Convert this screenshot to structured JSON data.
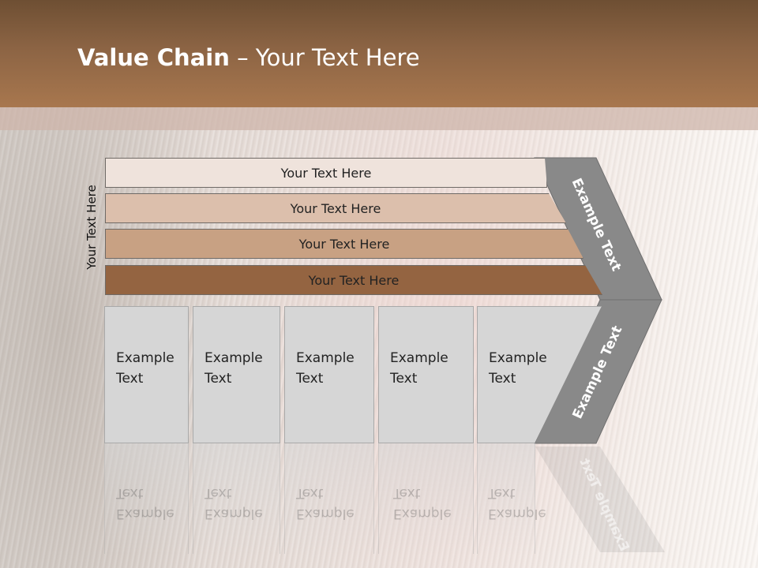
{
  "title": {
    "bold": "Value Chain",
    "rest": " – Your Text Here"
  },
  "side_label": "Your Text Here",
  "bars": [
    {
      "label": "Your Text Here",
      "color": "#efe3dc"
    },
    {
      "label": "Your Text Here",
      "color": "#dcbfac"
    },
    {
      "label": "Your Text Here",
      "color": "#c8a183"
    },
    {
      "label": "Your Text Here",
      "color": "#946441"
    }
  ],
  "boxes": [
    {
      "line1": "Example",
      "line2": "Text"
    },
    {
      "line1": "Example",
      "line2": "Text"
    },
    {
      "line1": "Example",
      "line2": "Text"
    },
    {
      "line1": "Example",
      "line2": "Text"
    },
    {
      "line1": "Example",
      "line2": "Text"
    }
  ],
  "chevron_upper_label": "Example Text",
  "chevron_lower_label": "Example Text",
  "colors": {
    "header": "#8c6444",
    "chevron": "#898989",
    "box": "#d6d6d6"
  }
}
